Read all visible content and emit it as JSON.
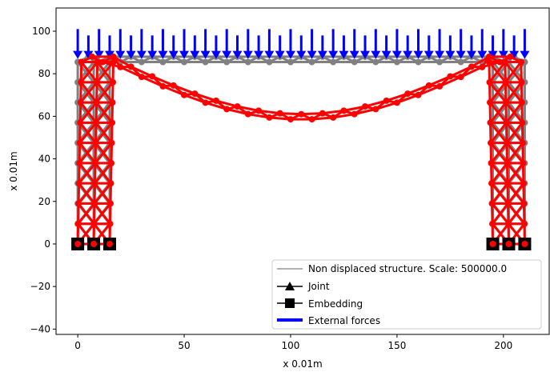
{
  "chart_data": {
    "type": "line",
    "xlabel": "x 0.01m",
    "ylabel": "x 0.01m",
    "xlim": [
      -10.2,
      221.5
    ],
    "ylim": [
      -42.5,
      110.9
    ],
    "xticks": [
      0,
      50,
      100,
      150,
      200
    ],
    "yticks": [
      -40,
      -20,
      0,
      20,
      40,
      60,
      80,
      100
    ],
    "grid": false,
    "structure": {
      "towers_x": [
        [
          0,
          7.5,
          15
        ],
        [
          195,
          202.5,
          210
        ]
      ],
      "level_step": 9.5,
      "levels": 9,
      "beam_bottom_y": 85.5,
      "beam_top_y": 88,
      "beam_span": [
        0,
        210
      ],
      "beam_node_spacing": 10,
      "max_displaced_sag": 27,
      "force_spacing": 5,
      "colors": {
        "original": "#808080",
        "displaced": "#ff0000",
        "forces": "#0000ff",
        "supports": "#000000"
      }
    },
    "legend": {
      "placement": "lower-right",
      "entries": [
        {
          "label": "Non displaced structure. Scale: 500000.0",
          "color": "#808080",
          "marker": "line"
        },
        {
          "label": "Joint",
          "color": "#000000",
          "marker": "triangle"
        },
        {
          "label": "Embedding",
          "color": "#000000",
          "marker": "square"
        },
        {
          "label": "External forces",
          "color": "#0000ff",
          "marker": "thick-line"
        }
      ]
    }
  }
}
